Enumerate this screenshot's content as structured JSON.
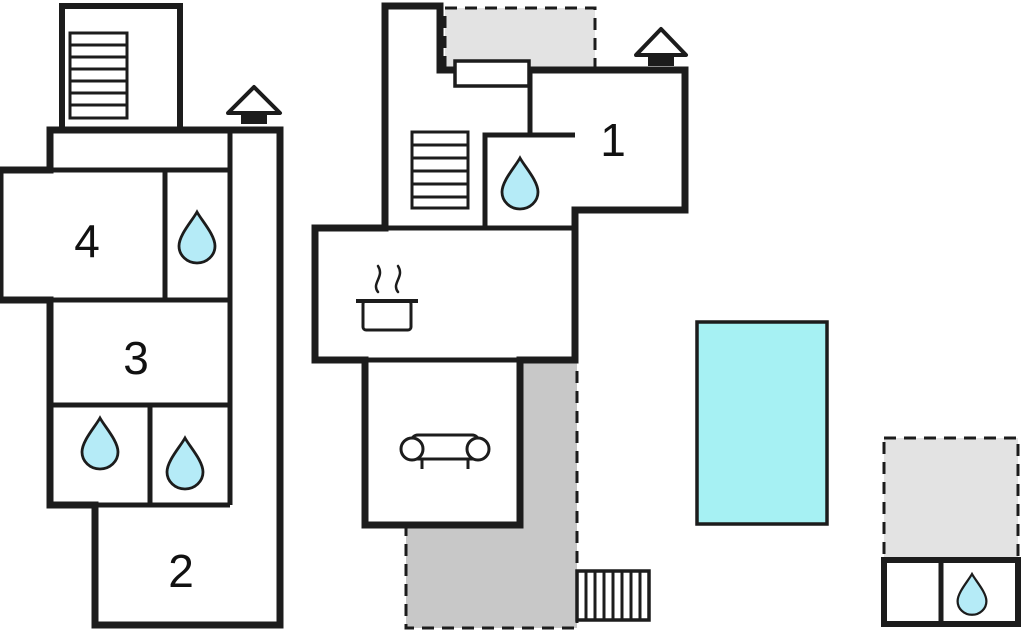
{
  "floor_plan": {
    "rooms": [
      {
        "id": "room-1",
        "label": "1"
      },
      {
        "id": "room-2",
        "label": "2"
      },
      {
        "id": "room-3",
        "label": "3"
      },
      {
        "id": "room-4",
        "label": "4"
      }
    ]
  },
  "colors": {
    "wall": "#1c1c1c",
    "water_drop_fill": "#b5ebf7",
    "pool_fill": "#a6f1f3",
    "terrace_light_fill": "#e3e3e3",
    "terrace_dark_fill": "#c8c8c8",
    "background": "#ffffff"
  },
  "icons": {
    "water_drop": "bathroom-shower",
    "ladder": "staircase",
    "roof_over_block": "chimney",
    "pot_with_steam": "kitchen-stove",
    "sofa": "living-room-sofa",
    "cyan_rectangle": "swimming-pool",
    "dashed_gray_area": "terrace"
  }
}
